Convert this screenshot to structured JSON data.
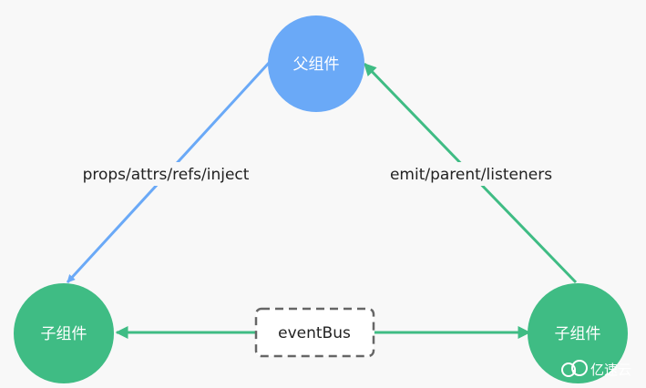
{
  "colors": {
    "background": "#f8f8f8",
    "parent_node": "#6aa9f7",
    "child_node": "#3fbc84",
    "blue_edge": "#6aa9f7",
    "green_edge": "#3fbc84",
    "bus_border": "#666666",
    "text_dark": "#222222",
    "text_light": "#ffffff"
  },
  "nodes": {
    "parent": {
      "label": "父组件"
    },
    "child_left": {
      "label": "子组件"
    },
    "child_right": {
      "label": "子组件"
    },
    "event_bus": {
      "label": "eventBus"
    }
  },
  "edges": {
    "parent_to_child": {
      "label": "props/attrs/refs/inject"
    },
    "child_to_parent": {
      "label": "emit/parent/listeners"
    }
  },
  "watermark": {
    "text": "亿速云",
    "icon": "cloud-icon"
  }
}
